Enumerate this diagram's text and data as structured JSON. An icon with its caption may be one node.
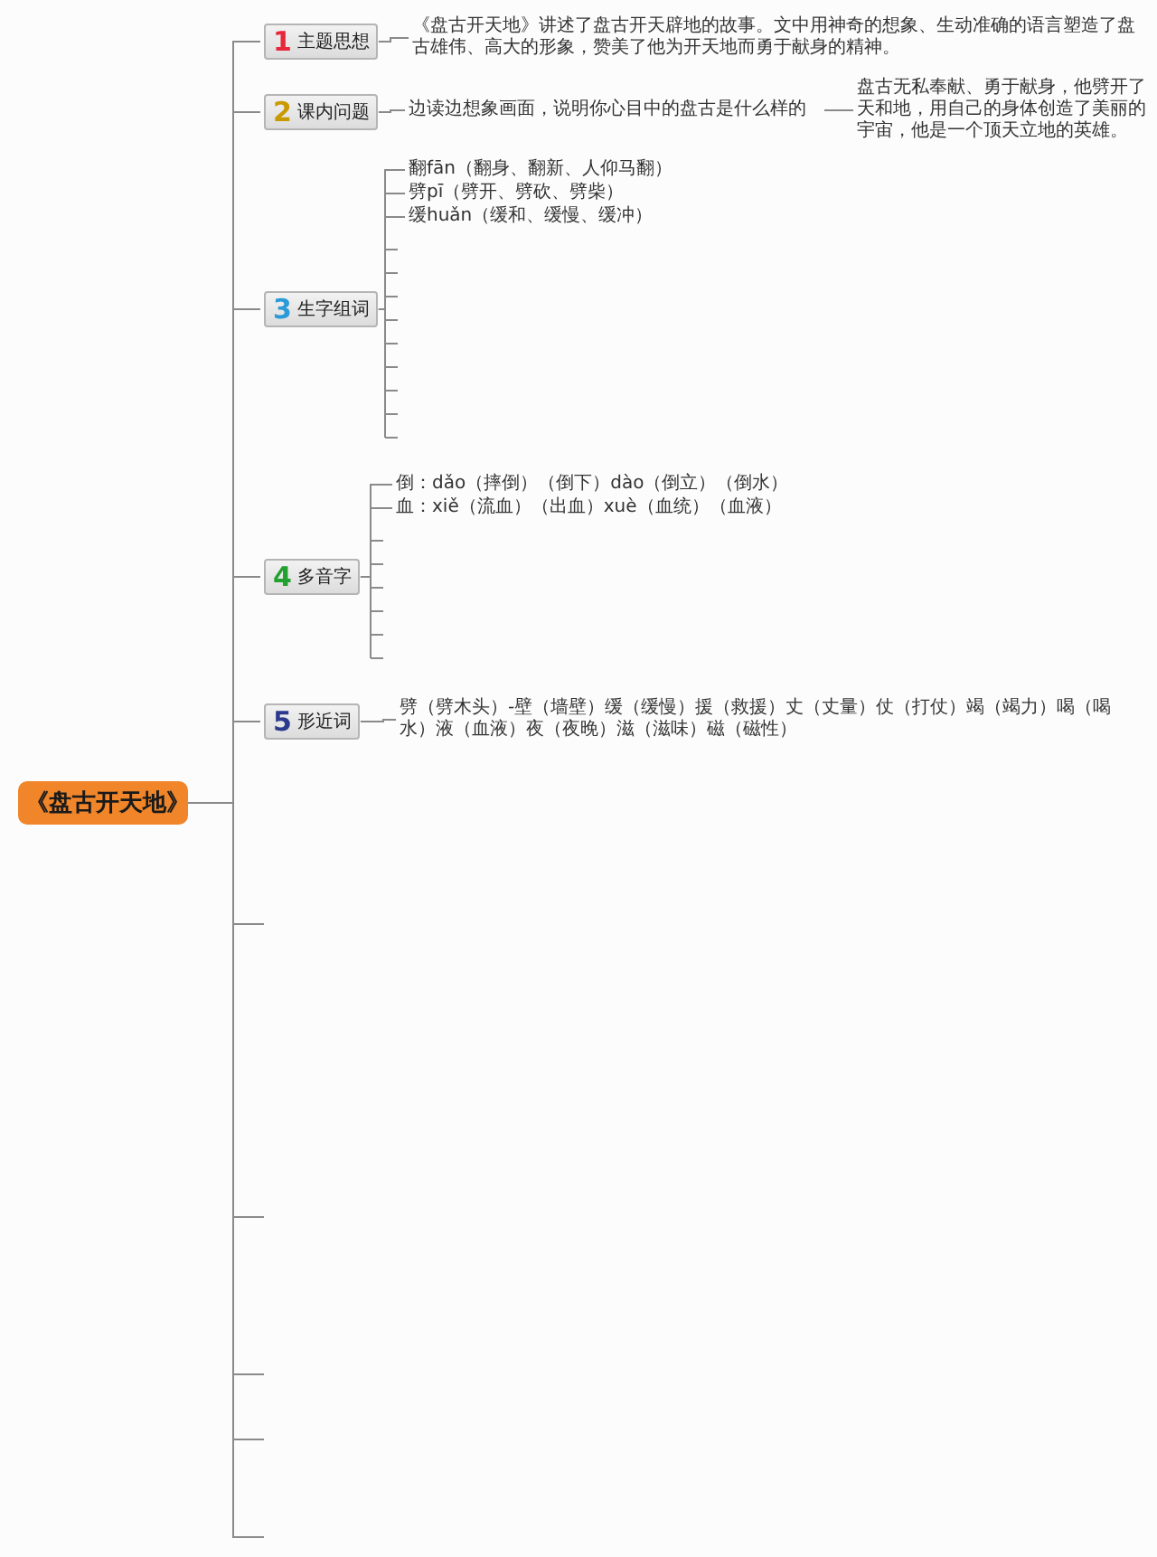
{
  "diagram": {
    "nodes": [
      {
        "text": [
          "《盘古开天地》"
        ]
      },
      {
        "text": [
          "1",
          "主题思想"
        ]
      },
      {
        "text": [
          "《盘古开天地》讲述了盘古开天辟地的故事。文中用神奇的想象、生动准确的语言塑造了盘古雄伟、高大的形象，赞美了他为开天地而勇于献身的精神。"
        ]
      },
      {
        "text": [
          "2",
          "课内问题"
        ]
      },
      {
        "text": [
          "边读边想象画面，说明你心目中的盘古是什么样的"
        ]
      },
      {
        "text": [
          "盘古无私奉献、勇于献身，他劈开了天和地，用自己的身体创造了美丽的宇宙，他是一个顶天立地的英雄。"
        ]
      },
      {
        "text": [
          "3",
          "生字组词"
        ]
      },
      {
        "text": [
          "翻fān（翻身、翻新、人仰马翻）"
        ]
      },
      {
        "text": [
          "劈pī（劈开、劈砍、劈柴）"
        ]
      },
      {
        "text": [
          "缓huǎn（缓和、缓慢、缓冲）"
        ]
      },
      {
        "text": [
          "4",
          "多音字"
        ]
      },
      {
        "text": [
          "倒：dǎo（摔倒）（倒下）dào（倒立）（倒水）"
        ]
      },
      {
        "text": [
          "血：xiě（流血）（出血）xuè（血统）（血液）"
        ]
      },
      {
        "text": [
          "5",
          "形近词"
        ]
      },
      {
        "text": [
          "劈（劈木头）-壁（墙壁）缓（缓慢）援（救援）丈（丈量）仗（打仗）竭（竭力）喝（喝水）液（血液）夜（夜晚）滋（滋味）磁（磁性）"
        ]
      }
    ],
    "edges": [
      {
        "from": 0,
        "to": 1,
        "arrow": "none"
      },
      {
        "from": 0,
        "to": 3,
        "arrow": "none"
      },
      {
        "from": 0,
        "to": 6,
        "arrow": "none"
      },
      {
        "from": 0,
        "to": 10,
        "arrow": "none"
      },
      {
        "from": 0,
        "to": 13,
        "arrow": "none"
      },
      {
        "from": 0,
        "to": null,
        "arrow": "none"
      },
      {
        "from": 0,
        "to": null,
        "arrow": "none"
      },
      {
        "from": 0,
        "to": null,
        "arrow": "none"
      },
      {
        "from": 0,
        "to": null,
        "arrow": "none"
      },
      {
        "from": 0,
        "to": null,
        "arrow": "none"
      },
      {
        "from": 1,
        "to": 2,
        "arrow": "none"
      },
      {
        "from": 3,
        "to": 4,
        "arrow": "none"
      },
      {
        "from": 4,
        "to": 5,
        "arrow": "none"
      },
      {
        "from": 6,
        "to": 7,
        "arrow": "none"
      },
      {
        "from": 6,
        "to": 8,
        "arrow": "none"
      },
      {
        "from": 6,
        "to": 9,
        "arrow": "none"
      },
      {
        "from": 10,
        "to": 11,
        "arrow": "none"
      },
      {
        "from": 10,
        "to": 12,
        "arrow": "none"
      },
      {
        "from": 13,
        "to": 14,
        "arrow": "none"
      }
    ]
  }
}
